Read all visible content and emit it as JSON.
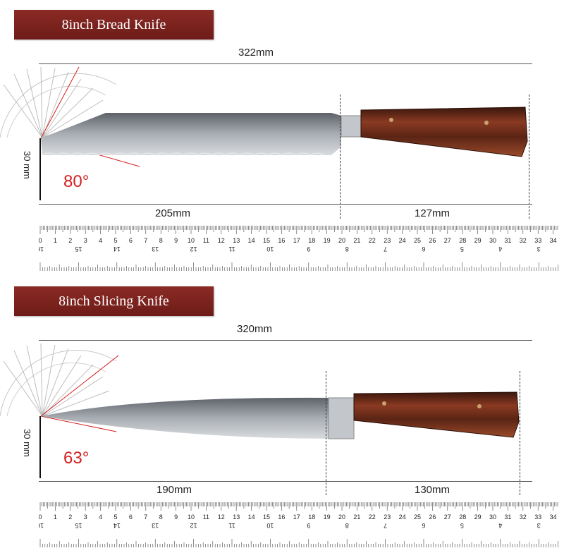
{
  "sections": [
    {
      "title": "8inch Bread Knife",
      "total_length": "322mm",
      "blade_length": "205mm",
      "handle_length": "127mm",
      "angle": "80°",
      "height": "30 mm"
    },
    {
      "title": "8inch Slicing Knife",
      "total_length": "320mm",
      "blade_length": "190mm",
      "handle_length": "130mm",
      "angle": "63°",
      "height": "30 mm"
    }
  ],
  "ruler": {
    "cm_labels": [
      "0",
      "1",
      "2",
      "3",
      "4",
      "5",
      "6",
      "7",
      "8",
      "9",
      "10",
      "11",
      "12",
      "13",
      "14",
      "15",
      "16",
      "17",
      "18",
      "19",
      "20",
      "21",
      "22",
      "23",
      "24",
      "25",
      "26",
      "27",
      "28",
      "29",
      "30",
      "31",
      "32",
      "33",
      "34"
    ],
    "inch_labels": [
      "16",
      "15",
      "14",
      "13",
      "12",
      "11",
      "10",
      "9",
      "8",
      "7",
      "6",
      "5",
      "4",
      "3"
    ]
  },
  "colors": {
    "banner": "#7a221d",
    "angle_text": "#d41f1f",
    "handle": "#6b2a1a",
    "blade": "#9aa0a6"
  }
}
